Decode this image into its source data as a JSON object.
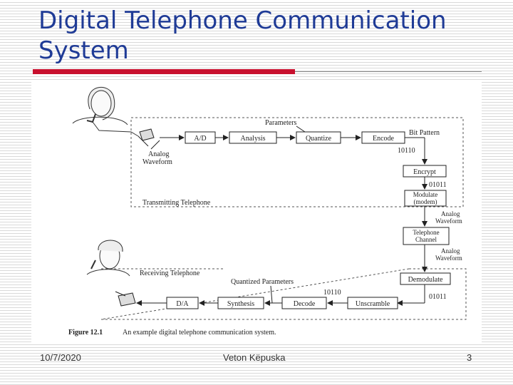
{
  "slide": {
    "title": "Digital Telephone Communication System",
    "date": "10/7/2020",
    "author": "Veton Këpuska",
    "page": "3"
  },
  "colors": {
    "title": "#1f3b96",
    "accent_rule": "#c8102e"
  },
  "diagram": {
    "caption_label": "Figure 12.1",
    "caption_text": "An example digital telephone communication system.",
    "transmit": {
      "section_label": "Transmitting Telephone",
      "ad": "A/D",
      "analysis": "Analysis",
      "quantize": "Quantize",
      "encode": "Encode",
      "parameters": "Parameters",
      "analog_waveform": [
        "Analog",
        "Waveform"
      ]
    },
    "bit_pattern": "Bit Pattern",
    "bits_1": "10110",
    "encrypt": "Encrypt",
    "bits_2": "01011",
    "modulate": [
      "Modulate",
      "(modem)"
    ],
    "analog_waveform_1": [
      "Analog",
      "Waveform"
    ],
    "channel": [
      "Telephone",
      "Channel"
    ],
    "analog_waveform_2": [
      "Analog",
      "Waveform"
    ],
    "demodulate": "Demodulate",
    "bits_3": "01011",
    "receive": {
      "section_label": "Receiving Telephone",
      "quantized_parameters": "Quantized Parameters",
      "bits": "10110",
      "da": "D/A",
      "synthesis": "Synthesis",
      "decode": "Decode",
      "unscramble": "Unscramble"
    }
  }
}
